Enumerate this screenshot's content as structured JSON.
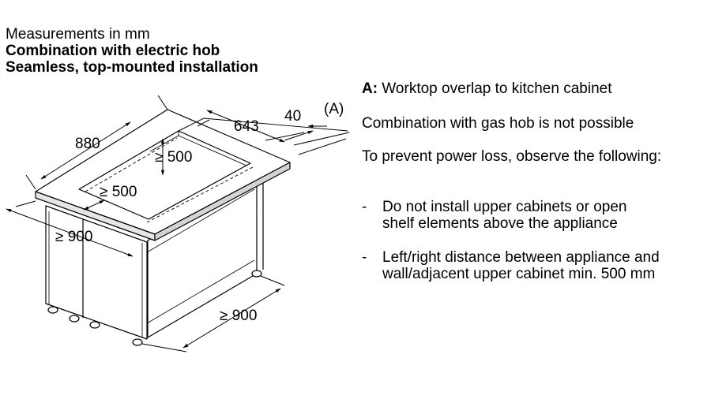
{
  "header": {
    "line1": "Measurements in mm",
    "line2": "Combination with electric hob",
    "line3": "Seamless, top-mounted installation"
  },
  "diagram": {
    "dimensions": {
      "width_880": "880",
      "depth_643": "643",
      "overlap_40": "40",
      "label_a": "(A)",
      "cutout_500_top": "≥ 500",
      "cutout_500_left": "≥ 500",
      "clearance_900_left": "≥ 900",
      "clearance_900_bottom": "≥ 900"
    }
  },
  "notes": {
    "a_label": "A:",
    "a_text": " Worktop overlap to kitchen cabinet",
    "gas": "Combination with gas hob is not possible",
    "intro": "To prevent power loss, observe the following:",
    "bullet_char": "-",
    "bullets": [
      {
        "line1": "Do not install upper cabinets or open",
        "line2": "shelf elements above the appliance"
      },
      {
        "line1": "Left/right distance between appliance and",
        "line2": "wall/adjacent upper cabinet min. 500 mm"
      }
    ]
  }
}
